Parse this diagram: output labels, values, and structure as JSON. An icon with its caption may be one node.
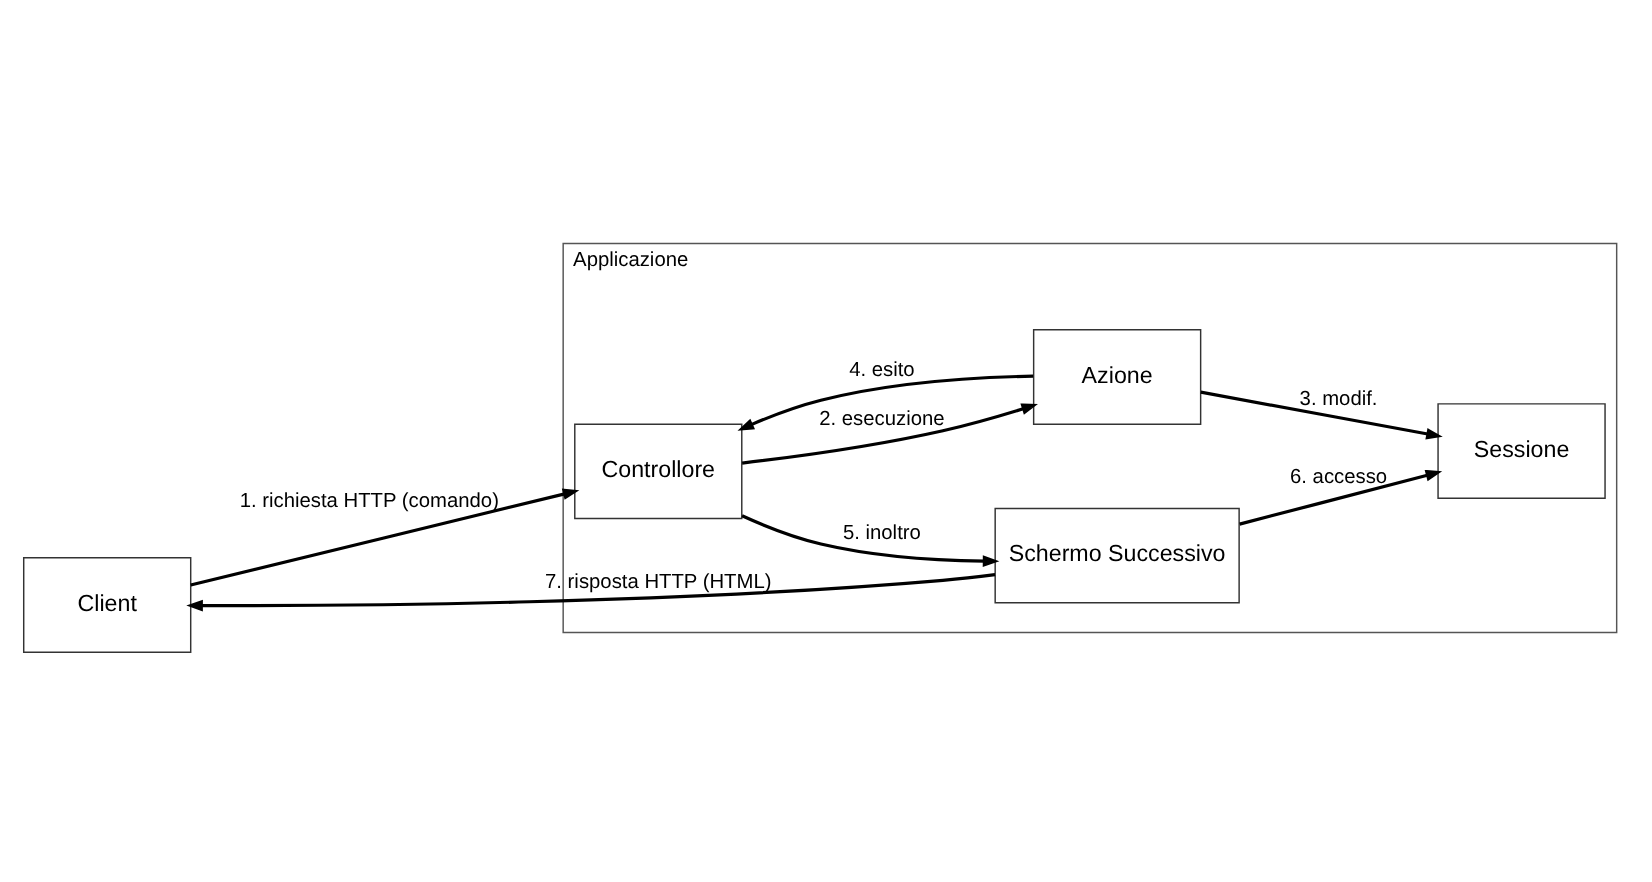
{
  "diagram": {
    "nodes": [
      {
        "text": [
          "Client"
        ]
      },
      {
        "text": [
          "Applicazione"
        ]
      },
      {
        "text": [
          "Controllore"
        ],
        "in": 1
      },
      {
        "text": [
          "Azione"
        ],
        "in": 1
      },
      {
        "text": [
          "Schermo Successivo"
        ],
        "in": 1
      },
      {
        "text": [
          "Sessione"
        ],
        "in": 1
      }
    ],
    "edges": [
      {
        "from": 0,
        "to": 2,
        "arrow": "to",
        "label": "1. richiesta HTTP (comando)"
      },
      {
        "from": 2,
        "to": 3,
        "arrow": "to",
        "label": "2. esecuzione"
      },
      {
        "from": 3,
        "to": 5,
        "arrow": "to",
        "label": "3. modif."
      },
      {
        "from": 3,
        "to": 2,
        "arrow": "to",
        "label": "4. esito"
      },
      {
        "from": 2,
        "to": 4,
        "arrow": "to",
        "label": "5. inoltro"
      },
      {
        "from": 4,
        "to": 5,
        "arrow": "to",
        "label": "6. accesso"
      },
      {
        "from": 4,
        "to": 0,
        "arrow": "to",
        "label": "7. risposta HTTP (HTML)"
      }
    ]
  }
}
